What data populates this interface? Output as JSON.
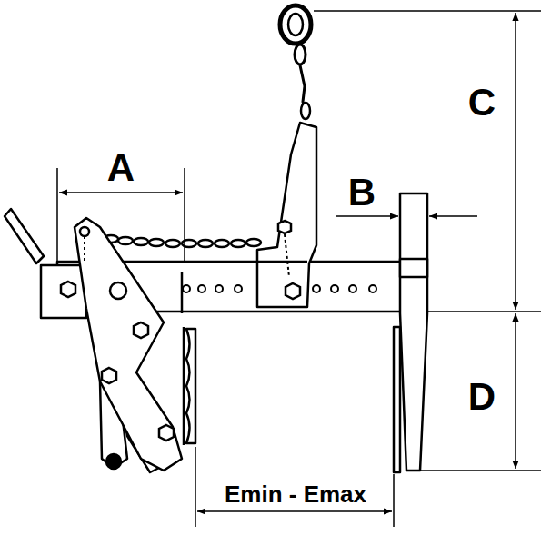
{
  "diagram": {
    "labels": [
      "A",
      "B",
      "C",
      "D",
      "Emin - Emax"
    ]
  }
}
